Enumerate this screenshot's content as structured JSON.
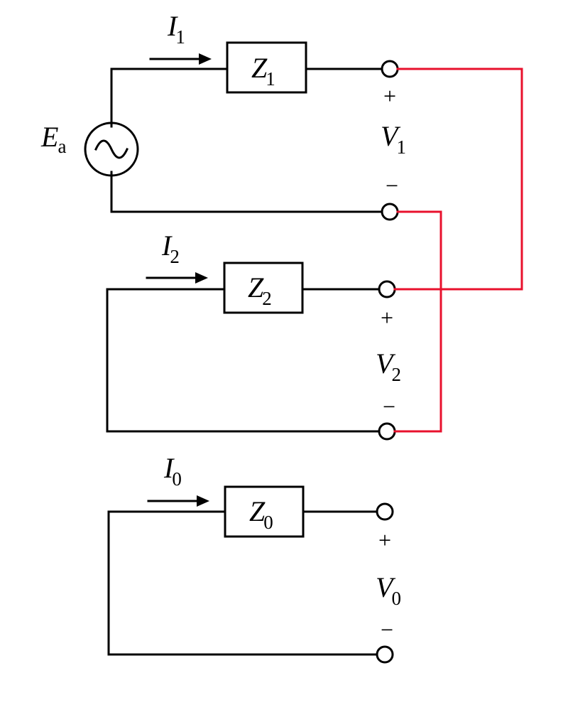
{
  "colors": {
    "wire": "#000000",
    "connection": "#e8112d"
  },
  "source": {
    "label": "E",
    "sub": "a",
    "icon": "ac-source-icon"
  },
  "networks": [
    {
      "current": {
        "label": "I",
        "sub": "1"
      },
      "impedance": {
        "label": "Z",
        "sub": "1"
      },
      "voltage": {
        "label": "V",
        "sub": "1"
      },
      "plus": "+",
      "minus": "−"
    },
    {
      "current": {
        "label": "I",
        "sub": "2"
      },
      "impedance": {
        "label": "Z",
        "sub": "2"
      },
      "voltage": {
        "label": "V",
        "sub": "2"
      },
      "plus": "+",
      "minus": "−"
    },
    {
      "current": {
        "label": "I",
        "sub": "0"
      },
      "impedance": {
        "label": "Z",
        "sub": "0"
      },
      "voltage": {
        "label": "V",
        "sub": "0"
      },
      "plus": "+",
      "minus": "−"
    }
  ]
}
